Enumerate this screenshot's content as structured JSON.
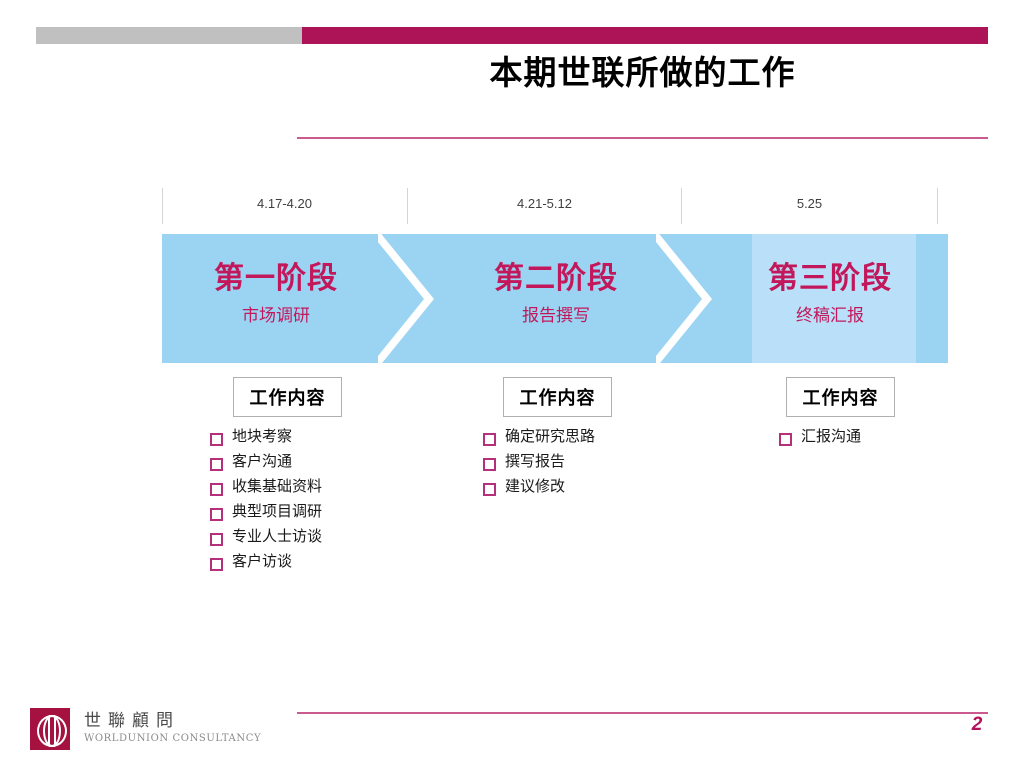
{
  "slide": {
    "title": "本期世联所做的工作",
    "page_number": "2",
    "accent_magenta": "#ad1457",
    "accent_pink_rule": "#cb5b8e",
    "header_gray": "#c0c0c0",
    "band_blue": "#9ad4f2",
    "band_blue_light": "#b9e0f8",
    "stage_text_color": "#c2185b",
    "bullet_mark_color": "#b5307a"
  },
  "timeline": {
    "dates": [
      "4.17-4.20",
      "4.21-5.12",
      "5.25"
    ]
  },
  "stages": [
    {
      "title": "第一阶段",
      "subtitle": "市场调研"
    },
    {
      "title": "第二阶段",
      "subtitle": "报告撰写"
    },
    {
      "title": "第三阶段",
      "subtitle": "终稿汇报"
    }
  ],
  "work_content": {
    "box_label": "工作内容",
    "columns": [
      {
        "items": [
          "地块考察",
          "客户沟通",
          "收集基础资料",
          "典型项目调研",
          "专业人士访谈",
          "客户访谈"
        ]
      },
      {
        "items": [
          "确定研究思路",
          "撰写报告",
          "建议修改"
        ]
      },
      {
        "items": [
          "汇报沟通"
        ]
      }
    ]
  },
  "footer": {
    "logo_cn": "世聯顧問",
    "logo_en": "WORLDUNION CONSULTANCY"
  }
}
